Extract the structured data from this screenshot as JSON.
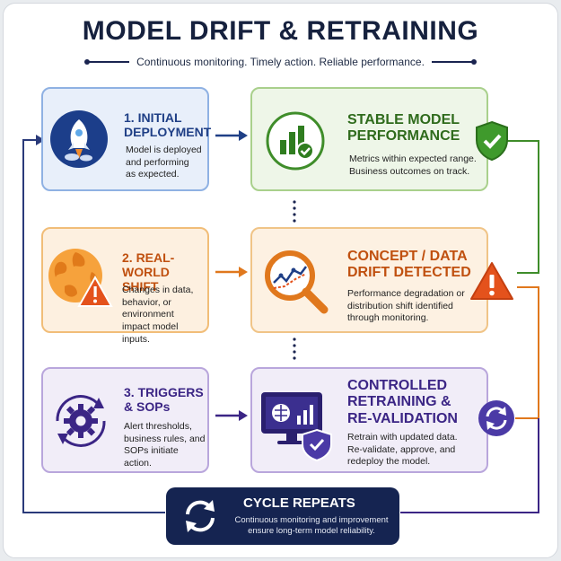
{
  "header": {
    "title": "MODEL DRIFT & RETRAINING",
    "subtitle": "Continuous monitoring. Timely action. Reliable performance."
  },
  "steps": {
    "initial_deployment": {
      "title_line1": "1. INITIAL",
      "title_line2": "DEPLOYMENT",
      "body_line1": "Model is deployed",
      "body_line2": "and performing",
      "body_line3": "as expected.",
      "icon": "rocket-icon"
    },
    "stable_performance": {
      "title_line1": "STABLE MODEL",
      "title_line2": "PERFORMANCE",
      "body_line1": "Metrics within expected range.",
      "body_line2": "Business outcomes on track.",
      "icon": "bar-chart-check-icon",
      "badge_icon": "shield-check-icon"
    },
    "real_world_shift": {
      "title_line1": "2. REAL-WORLD",
      "title_line2": "SHIFT",
      "body_line1": "Changes in data,",
      "body_line2": "behavior, or environment",
      "body_line3": "impact model inputs.",
      "icon": "globe-warning-icon"
    },
    "drift_detected": {
      "title_line1": "CONCEPT / DATA",
      "title_line2": "DRIFT DETECTED",
      "body_line1": "Performance degradation or",
      "body_line2": "distribution shift identified",
      "body_line3": "through monitoring.",
      "icon": "magnifier-trend-icon",
      "badge_icon": "warning-triangle-icon"
    },
    "triggers_sops": {
      "title_line1": "3. TRIGGERS",
      "title_line2": "& SOPs",
      "body_line1": "Alert thresholds,",
      "body_line2": "business rules, and",
      "body_line3": "SOPs initiate action.",
      "icon": "gear-cycle-icon"
    },
    "controlled_retraining": {
      "title_line1": "CONTROLLED",
      "title_line2": "RETRAINING &",
      "title_line3": "RE-VALIDATION",
      "body_line1": "Retrain with updated data.",
      "body_line2": "Re-validate, approve, and",
      "body_line3": "redeploy the model.",
      "icon": "monitor-brain-shield-icon",
      "badge_icon": "refresh-icon"
    }
  },
  "cycle": {
    "title": "CYCLE REPEATS",
    "body_line1": "Continuous monitoring and improvement",
    "body_line2": "ensure long-term model reliability.",
    "icon": "refresh-icon"
  },
  "colors": {
    "navy": "#152451",
    "blue": "#1f3f86",
    "green": "#2f6b1c",
    "orange": "#c0500f",
    "purple": "#3b2585",
    "warning_red": "#e4521c"
  }
}
